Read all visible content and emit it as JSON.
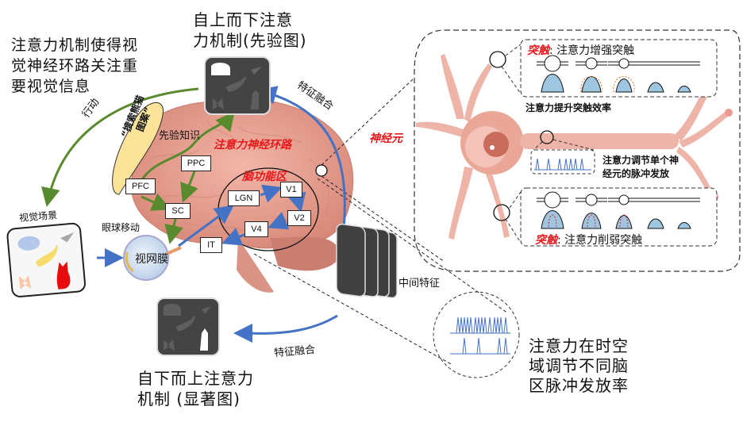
{
  "headings": {
    "top_down": [
      "自上而下注意",
      "力机制(先验图)"
    ],
    "attention_mechanism": [
      "注意力机制使得视",
      "觉神经环路关注重",
      "要视觉信息"
    ],
    "bottom_up": [
      "自下而上注意力",
      "机制 (显著图)"
    ],
    "spatiotemporal": [
      "注意力在时空",
      "域调节不同脑",
      "区脉冲发放率"
    ]
  },
  "labels": {
    "action": "行动",
    "search_panda": [
      "“搜索熊猫",
      "图案”"
    ],
    "visual_scene": "视觉场景",
    "eye_movement": "眼球移动",
    "retina": "视网膜",
    "prior_knowledge": "先验知识",
    "attention_circuit": "注意力神经环路",
    "brain_area": "脑功能区",
    "feature_fusion_top": "特征融合",
    "feature_fusion_bottom": "特征融合",
    "intermediate_features": "中间特征",
    "neuron": "神经元"
  },
  "brain_regions": [
    "PFC",
    "PPC",
    "SC",
    "LGN",
    "V1",
    "V2",
    "V4",
    "IT"
  ],
  "neuron_panel": {
    "enhance_prefix": "突触",
    "enhance_text": ": 注意力增强突触",
    "efficiency": "注意力提升突触效率",
    "single_neuron": [
      "注意力调节单个神",
      "经元的脉冲发放"
    ],
    "weaken_prefix": "突触",
    "weaken_text": ": 注意力削弱突触"
  },
  "colors": {
    "green_arrow": "#5a8a2e",
    "blue_arrow": "#4472c4",
    "red_text": "#e8171a",
    "brain_pink": "#e8a294",
    "synapse_blue": "#9ec6e0",
    "panda_yellow": "#fbe39a"
  }
}
